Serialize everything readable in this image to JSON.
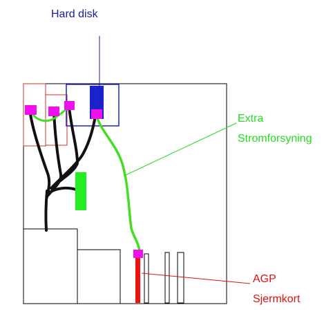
{
  "labels": {
    "hard_disk": "Hard disk",
    "extra_line1": "Extra",
    "extra_line2": "Stromforsyning",
    "agp_line1": "AGP",
    "agp_line2": "Sjermkort"
  },
  "colors": {
    "label_blue": "#1a1aa0",
    "label_green": "#22dd22",
    "label_red": "#dd1111",
    "connector_magenta": "#ee11ee",
    "cable_black": "#111111",
    "cable_green": "#44dd22",
    "drive_blue": "#1a22cc",
    "bay_red": "#cc3333",
    "card_red": "#ee1111",
    "block_green": "#22ee22"
  }
}
